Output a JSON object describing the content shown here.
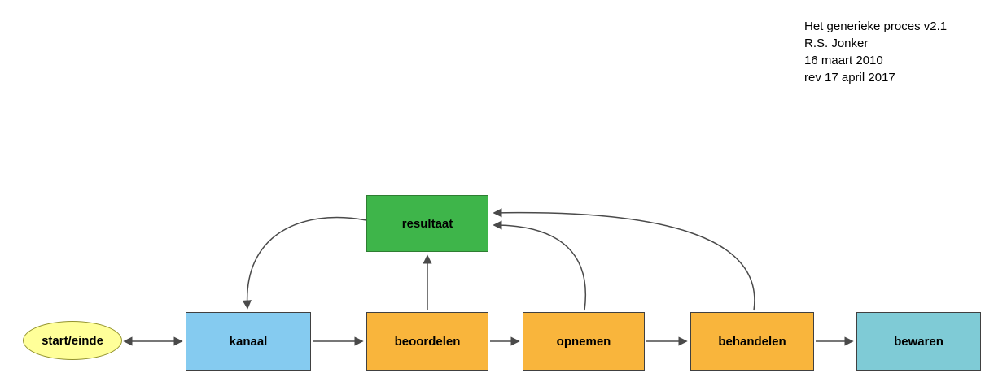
{
  "title_block": {
    "lines": [
      "Het generieke proces v2.1",
      "R.S. Jonker",
      "16 maart 2010",
      "rev 17 april 2017"
    ]
  },
  "nodes": {
    "start": {
      "label": "start/einde",
      "shape": "ellipse",
      "fill": "#FFFF99",
      "border": "#93932C"
    },
    "kanaal": {
      "label": "kanaal",
      "shape": "rectangle",
      "fill": "#85CBF0",
      "border": "#404040"
    },
    "beoordelen": {
      "label": "beoordelen",
      "shape": "rectangle",
      "fill": "#F9B53C",
      "border": "#404040"
    },
    "opnemen": {
      "label": "opnemen",
      "shape": "rectangle",
      "fill": "#F9B53C",
      "border": "#404040"
    },
    "behandelen": {
      "label": "behandelen",
      "shape": "rectangle",
      "fill": "#F9B53C",
      "border": "#404040"
    },
    "bewaren": {
      "label": "bewaren",
      "shape": "rectangle",
      "fill": "#7FCBD6",
      "border": "#404040"
    },
    "resultaat": {
      "label": "resultaat",
      "shape": "rectangle",
      "fill": "#3EB54A",
      "border": "#2E7D32"
    }
  },
  "edges": [
    {
      "from": "start/einde",
      "to": "kanaal",
      "direction": "both"
    },
    {
      "from": "kanaal",
      "to": "beoordelen",
      "direction": "forward"
    },
    {
      "from": "beoordelen",
      "to": "opnemen",
      "direction": "forward"
    },
    {
      "from": "opnemen",
      "to": "behandelen",
      "direction": "forward"
    },
    {
      "from": "behandelen",
      "to": "bewaren",
      "direction": "forward"
    },
    {
      "from": "beoordelen",
      "to": "resultaat",
      "direction": "forward"
    },
    {
      "from": "opnemen",
      "to": "resultaat",
      "direction": "forward"
    },
    {
      "from": "behandelen",
      "to": "resultaat",
      "direction": "forward"
    },
    {
      "from": "resultaat",
      "to": "kanaal",
      "direction": "forward"
    }
  ],
  "colors": {
    "edge_stroke": "#4a4a4a",
    "background": "#ffffff",
    "text": "#000000"
  }
}
